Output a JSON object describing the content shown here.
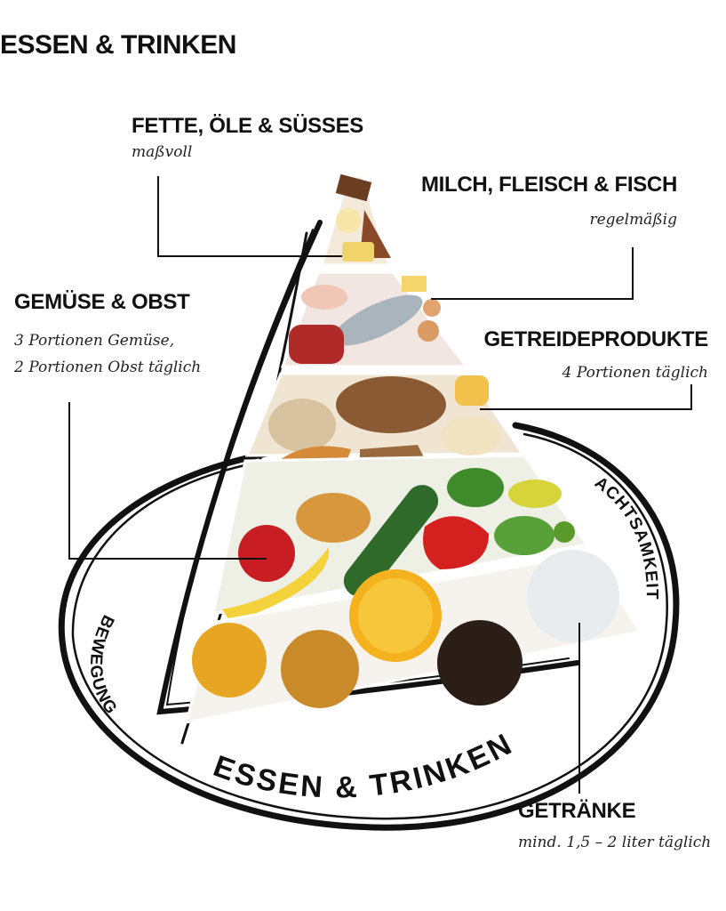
{
  "page": {
    "title": "ESSEN & TRINKEN"
  },
  "groups": {
    "fette": {
      "label": "FETTE, ÖLE & SÜSSES",
      "note": "maßvoll"
    },
    "milch": {
      "label": "MILCH, FLEISCH & FISCH",
      "note": "regelmäßig"
    },
    "gemuese": {
      "label": "GEMÜSE & OBST",
      "note_line1": "3 Portionen Gemüse,",
      "note_line2": "2 Portionen Obst täglich"
    },
    "getreide": {
      "label": "GETREIDEPRODUKTE",
      "note": "4 Portionen täglich"
    },
    "getraenke": {
      "label": "GETRÄNKE",
      "note": "mind. 1,5 – 2 liter täglich"
    }
  },
  "ring": {
    "center_label": "ESSEN & TRINKEN",
    "left_label": "BEWEGUNG",
    "right_label": "ACHTSAMKEIT"
  },
  "colors": {
    "ink": "#111111",
    "sweets": "#6b3e22",
    "dairy_meat": "#c8584a",
    "grains": "#c99a55",
    "veg_fruit": "#5f9a3a",
    "drinks": "#f2b731"
  }
}
